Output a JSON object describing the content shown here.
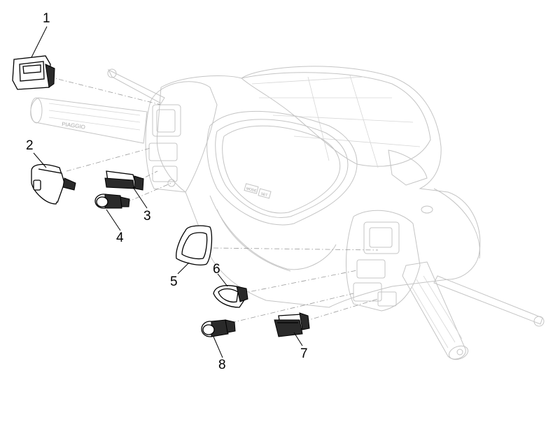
{
  "callouts": [
    {
      "id": "1",
      "label": "1"
    },
    {
      "id": "2",
      "label": "2"
    },
    {
      "id": "3",
      "label": "3"
    },
    {
      "id": "4",
      "label": "4"
    },
    {
      "id": "5",
      "label": "5"
    },
    {
      "id": "6",
      "label": "6"
    },
    {
      "id": "7",
      "label": "7"
    },
    {
      "id": "8",
      "label": "8"
    }
  ],
  "assembly": {
    "grip_brand": "PIAGGIO",
    "button_mode": "MODE",
    "button_set": "SET"
  },
  "colors": {
    "line": "#000000",
    "ghost": "#c4c4c4",
    "dash": "#9a9a9a"
  }
}
